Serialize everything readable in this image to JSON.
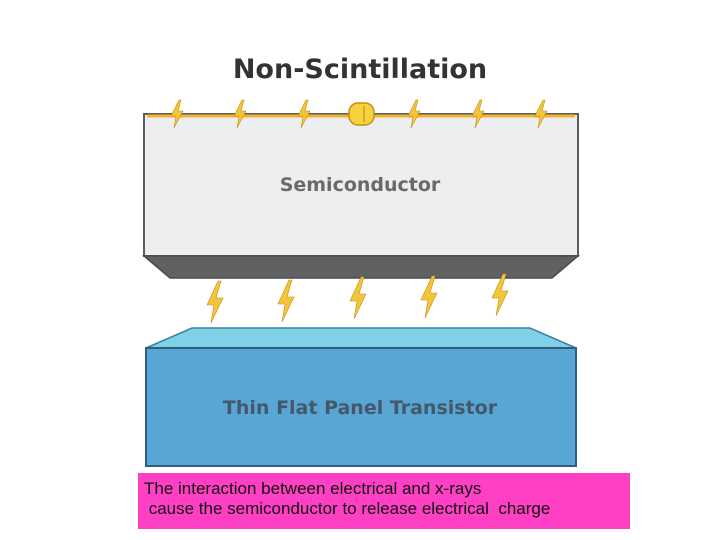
{
  "diagram": {
    "title": "Non-Scintillation",
    "semiconductor_label": "Semiconductor",
    "transistor_label": "Thin Flat Panel Transistor",
    "colors": {
      "semiconductor_face": "#eceeef",
      "semiconductor_bottom": "#5f6163",
      "transistor_top": "#7fd2e6",
      "transistor_face": "#58a6d6",
      "wire": "#f2b233",
      "bolt": "#f4c43a",
      "photon": "#f7d23f"
    },
    "icons": {
      "wire_bolt": "lightning-icon",
      "gap_bolt": "lightning-icon",
      "photon": "x-ray-photon-icon"
    }
  },
  "caption": {
    "line1": "The interaction between electrical and x-rays",
    "line2": " cause the semiconductor to release electrical  charge",
    "background": "#ff3fc4"
  }
}
